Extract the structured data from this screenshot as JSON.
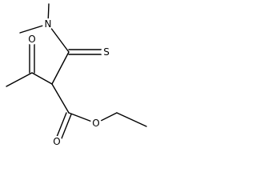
{
  "molecule": {
    "atoms": {
      "n_label": "N",
      "s_label": "S",
      "o_ketone_label": "O",
      "o_ester_carbonyl_label": "O",
      "o_ester_ether_label": "O"
    }
  }
}
